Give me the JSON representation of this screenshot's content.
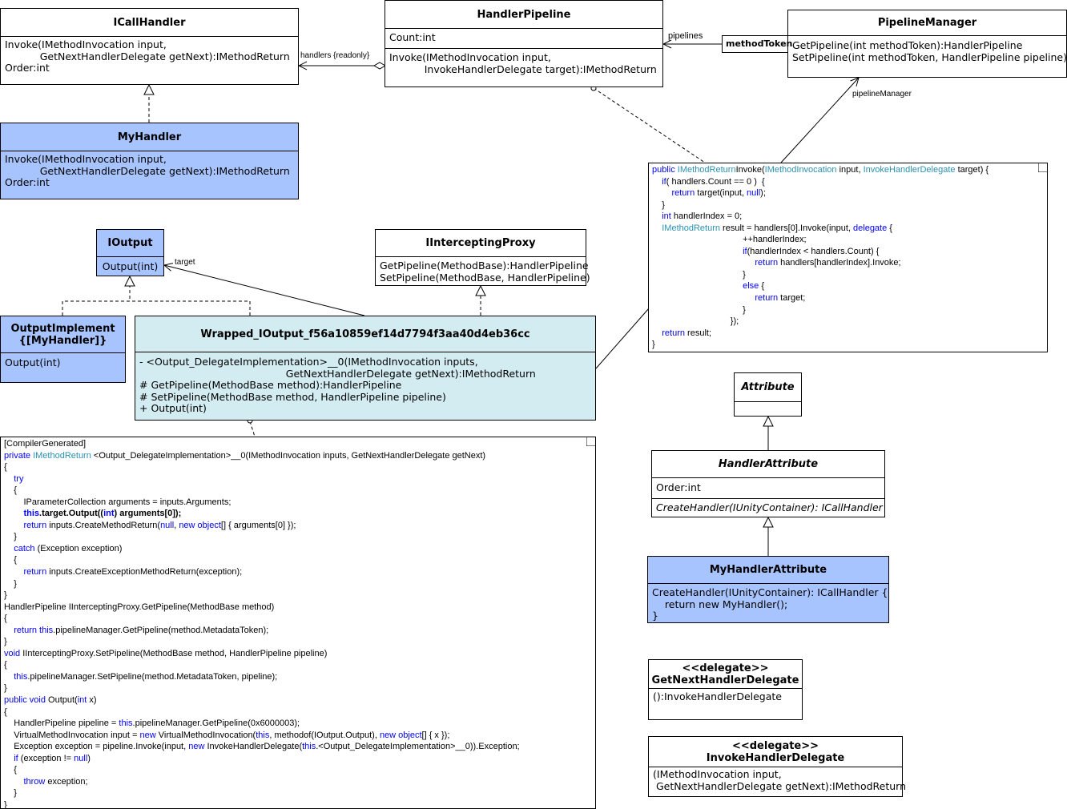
{
  "colors": {
    "blue_fill": "#a8c4ff",
    "cyan_fill": "#d2ecf2",
    "keyword": "#0000ff",
    "type": "#2b91af"
  },
  "classes": {
    "icallhandler": {
      "name": "ICallHandler",
      "ops": [
        "Invoke(IMethodInvocation input,",
        "           GetNextHandlerDelegate getNext):IMethodReturn",
        "Order:int"
      ]
    },
    "myhandler": {
      "name": "MyHandler",
      "ops": [
        "Invoke(IMethodInvocation input,",
        "           GetNextHandlerDelegate getNext):IMethodReturn",
        "Order:int"
      ]
    },
    "handlerpipeline": {
      "name": "HandlerPipeline",
      "attrs": [
        "Count:int"
      ],
      "ops": [
        "Invoke(IMethodInvocation input,",
        "           InvokeHandlerDelegate target):IMethodReturn"
      ]
    },
    "pipelinemanager": {
      "name": "PipelineManager",
      "ops": [
        "GetPipeline(int methodToken):HandlerPipeline",
        "SetPipeline(int methodToken, HandlerPipeline pipeline)"
      ]
    },
    "ioutput": {
      "name": "IOutput",
      "ops": [
        "Output(int)"
      ]
    },
    "iinterceptingproxy": {
      "name": "IInterceptingProxy",
      "ops": [
        "GetPipeline(MethodBase):HandlerPipeline",
        "SetPipeline(MethodBase, HandlerPipeline)"
      ]
    },
    "outputimplement": {
      "name_line1": "OutputImplement",
      "name_line2": "{[MyHandler]}",
      "ops": [
        "Output(int)"
      ]
    },
    "wrapped": {
      "name": "Wrapped_IOutput_f56a10859ef14d7794f3aa40d4eb36cc",
      "ops": [
        "- <Output_DelegateImplementation>__0(IMethodInvocation inputs,",
        "                                              GetNextHandlerDelegate getNext):IMethodReturn",
        "# GetPipeline(MethodBase method):HandlerPipeline",
        "# SetPipeline(MethodBase method, HandlerPipeline pipeline)",
        "+ Output(int)"
      ]
    },
    "attribute": {
      "name": "Attribute"
    },
    "handlerattribute": {
      "name": "HandlerAttribute",
      "attrs": [
        "Order:int"
      ],
      "ops": [
        "CreateHandler(IUnityContainer): ICallHandler"
      ]
    },
    "myhandlerattribute": {
      "name": "MyHandlerAttribute",
      "ops": [
        "CreateHandler(IUnityContainer): ICallHandler {",
        "    return new MyHandler();",
        "}"
      ]
    },
    "getnext": {
      "stereotype": "<<delegate>>",
      "name": "GetNextHandlerDelegate",
      "ops": [
        "():InvokeHandlerDelegate"
      ]
    },
    "invokehandler": {
      "stereotype": "<<delegate>>",
      "name": "InvokeHandlerDelegate",
      "ops": [
        "(IMethodInvocation input,",
        " GetNextHandlerDelegate getNext):IMethodReturn"
      ]
    }
  },
  "labels": {
    "handlers": "handlers {readonly}",
    "pipelines": "pipelines",
    "method_token": "methodToken",
    "pipeline_manager": "pipelineManager",
    "target": "target"
  },
  "note_invoke": [
    [
      [
        "kw",
        "public "
      ],
      [
        "ty",
        "IMethodReturn"
      ],
      [
        "",
        "Invoke("
      ],
      [
        "ty",
        "IMethodInvocation"
      ],
      [
        "",
        " input, "
      ],
      [
        "ty",
        "InvokeHandlerDelegate"
      ],
      [
        "",
        " target) {"
      ]
    ],
    [
      [
        "",
        "    "
      ],
      [
        "kw",
        "if"
      ],
      [
        "",
        "( handlers.Count == 0 )  {"
      ]
    ],
    [
      [
        "",
        "        "
      ],
      [
        "kw",
        "return"
      ],
      [
        "",
        " target(input, "
      ],
      [
        "kw",
        "null"
      ],
      [
        "",
        ");"
      ]
    ],
    [
      [
        "",
        "    }"
      ]
    ],
    [
      [
        "",
        "    "
      ],
      [
        "kw",
        "int"
      ],
      [
        "",
        " handlerIndex = 0;"
      ]
    ],
    [
      [
        "",
        "    "
      ],
      [
        "ty",
        "IMethodReturn"
      ],
      [
        "",
        " result = handlers[0].Invoke(input, "
      ],
      [
        "kw",
        "delegate"
      ],
      [
        "",
        " {"
      ]
    ],
    [
      [
        "",
        "                                     ++handlerIndex;"
      ]
    ],
    [
      [
        "",
        "                                     "
      ],
      [
        "kw",
        "if"
      ],
      [
        "",
        "(handlerIndex < handlers.Count) {"
      ]
    ],
    [
      [
        "",
        "                                          "
      ],
      [
        "kw",
        "return"
      ],
      [
        "",
        " handlers[handlerIndex].Invoke;"
      ]
    ],
    [
      [
        "",
        "                                     }"
      ]
    ],
    [
      [
        "",
        "                                     "
      ],
      [
        "kw",
        "else"
      ],
      [
        "",
        " {"
      ]
    ],
    [
      [
        "",
        "                                          "
      ],
      [
        "kw",
        "return"
      ],
      [
        "",
        " target;"
      ]
    ],
    [
      [
        "",
        "                                     }"
      ]
    ],
    [
      [
        "",
        "                                });"
      ]
    ],
    [
      [
        "",
        "    "
      ],
      [
        "kw",
        "return"
      ],
      [
        "",
        " result;"
      ]
    ],
    [
      [
        "",
        "}"
      ]
    ]
  ],
  "note_code": [
    [
      [
        "",
        "[CompilerGenerated]"
      ]
    ],
    [
      [
        "kw",
        "private "
      ],
      [
        "ty",
        "IMethodReturn"
      ],
      [
        "",
        " <Output_DelegateImplementation>__0(IMethodInvocation inputs, GetNextHandlerDelegate getNext)"
      ]
    ],
    [
      [
        "",
        "{"
      ]
    ],
    [
      [
        "",
        "    "
      ],
      [
        "kw",
        "try"
      ]
    ],
    [
      [
        "",
        "    {"
      ]
    ],
    [
      [
        "",
        "        IParameterCollection arguments = inputs.Arguments;"
      ]
    ],
    [
      [
        "",
        "        "
      ],
      [
        "kwb",
        "this"
      ],
      [
        "b",
        ".target.Output(("
      ],
      [
        "kwb",
        "int"
      ],
      [
        "b",
        ") arguments[0]);"
      ]
    ],
    [
      [
        "",
        "        "
      ],
      [
        "kw",
        "return"
      ],
      [
        "",
        " inputs.CreateMethodReturn("
      ],
      [
        "kw",
        "null"
      ],
      [
        "",
        ", "
      ],
      [
        "kw",
        "new object"
      ],
      [
        "",
        "[] { arguments[0] });"
      ]
    ],
    [
      [
        "",
        "    }"
      ]
    ],
    [
      [
        "",
        "    "
      ],
      [
        "kw",
        "catch"
      ],
      [
        "",
        " (Exception exception)"
      ]
    ],
    [
      [
        "",
        "    {"
      ]
    ],
    [
      [
        "",
        "        "
      ],
      [
        "kw",
        "return"
      ],
      [
        "",
        " inputs.CreateExceptionMethodReturn(exception);"
      ]
    ],
    [
      [
        "",
        "    }"
      ]
    ],
    [
      [
        "",
        "}"
      ]
    ],
    [
      [
        "",
        "HandlerPipeline IInterceptingProxy.GetPipeline(MethodBase method)"
      ]
    ],
    [
      [
        "",
        "{"
      ]
    ],
    [
      [
        "",
        "    "
      ],
      [
        "kw",
        "return this"
      ],
      [
        "",
        ".pipelineManager.GetPipeline(method.MetadataToken);"
      ]
    ],
    [
      [
        "",
        "}"
      ]
    ],
    [
      [
        "kw",
        "void"
      ],
      [
        "",
        " IInterceptingProxy.SetPipeline(MethodBase method, HandlerPipeline pipeline)"
      ]
    ],
    [
      [
        "",
        "{"
      ]
    ],
    [
      [
        "",
        "    "
      ],
      [
        "kw",
        "this"
      ],
      [
        "",
        ".pipelineManager.SetPipeline(method.MetadataToken, pipeline);"
      ]
    ],
    [
      [
        "",
        "}"
      ]
    ],
    [
      [
        "kw",
        "public void"
      ],
      [
        "",
        " Output("
      ],
      [
        "kw",
        "int"
      ],
      [
        "",
        " x)"
      ]
    ],
    [
      [
        "",
        "{"
      ]
    ],
    [
      [
        "",
        "    HandlerPipeline pipeline = "
      ],
      [
        "kw",
        "this"
      ],
      [
        "",
        ".pipelineManager.GetPipeline(0x6000003);"
      ]
    ],
    [
      [
        "",
        "    VirtualMethodInvocation input = "
      ],
      [
        "kw",
        "new"
      ],
      [
        "",
        " VirtualMethodInvocation("
      ],
      [
        "kw",
        "this"
      ],
      [
        "",
        ", methodof(IOutput.Output), "
      ],
      [
        "kw",
        "new object"
      ],
      [
        "",
        "[] { x });"
      ]
    ],
    [
      [
        "",
        "    Exception exception = pipeline.Invoke(input, "
      ],
      [
        "kw",
        "new"
      ],
      [
        "",
        " InvokeHandlerDelegate("
      ],
      [
        "kw",
        "this"
      ],
      [
        "",
        ".<Output_DelegateImplementation>__0)).Exception;"
      ]
    ],
    [
      [
        "",
        "    "
      ],
      [
        "kw",
        "if"
      ],
      [
        "",
        " (exception != "
      ],
      [
        "kw",
        "null"
      ],
      [
        "",
        ")"
      ]
    ],
    [
      [
        "",
        "    {"
      ]
    ],
    [
      [
        "",
        "        "
      ],
      [
        "kw",
        "throw"
      ],
      [
        "",
        " exception;"
      ]
    ],
    [
      [
        "",
        "    }"
      ]
    ],
    [
      [
        "",
        "}"
      ]
    ]
  ]
}
